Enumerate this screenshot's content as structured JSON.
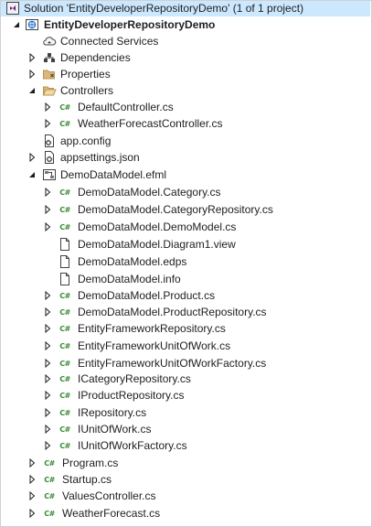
{
  "solution": {
    "label": "Solution 'EntityDeveloperRepositoryDemo' (1 of 1 project)"
  },
  "project": {
    "label": "EntityDeveloperRepositoryDemo"
  },
  "items": {
    "connected_services": "Connected Services",
    "dependencies": "Dependencies",
    "properties": "Properties",
    "controllers": "Controllers",
    "default_controller": "DefaultController.cs",
    "weather_controller": "WeatherForecastController.cs",
    "app_config": "app.config",
    "appsettings": "appsettings.json",
    "efml": "DemoDataModel.efml",
    "category": "DemoDataModel.Category.cs",
    "category_repository": "DemoDataModel.CategoryRepository.cs",
    "demo_model": "DemoDataModel.DemoModel.cs",
    "diagram_view": "DemoDataModel.Diagram1.view",
    "edps": "DemoDataModel.edps",
    "info": "DemoDataModel.info",
    "product": "DemoDataModel.Product.cs",
    "product_repository": "DemoDataModel.ProductRepository.cs",
    "ef_repository": "EntityFrameworkRepository.cs",
    "ef_unit_of_work": "EntityFrameworkUnitOfWork.cs",
    "ef_unit_of_work_factory": "EntityFrameworkUnitOfWorkFactory.cs",
    "icategory_repository": "ICategoryRepository.cs",
    "iproduct_repository": "IProductRepository.cs",
    "irepository": "IRepository.cs",
    "iunit_of_work": "IUnitOfWork.cs",
    "iunit_of_work_factory": "IUnitOfWorkFactory.cs",
    "program": "Program.cs",
    "startup": "Startup.cs",
    "values_controller": "ValuesController.cs",
    "weather_forecast": "WeatherForecast.cs"
  },
  "icons": {
    "cs_badge": "C#"
  },
  "colors": {
    "selection": "#cce8ff",
    "csharp_green": "#388a34",
    "folder_yellow": "#dcb67a",
    "vs_purple": "#68217a",
    "project_blue": "#1b6ac9"
  }
}
